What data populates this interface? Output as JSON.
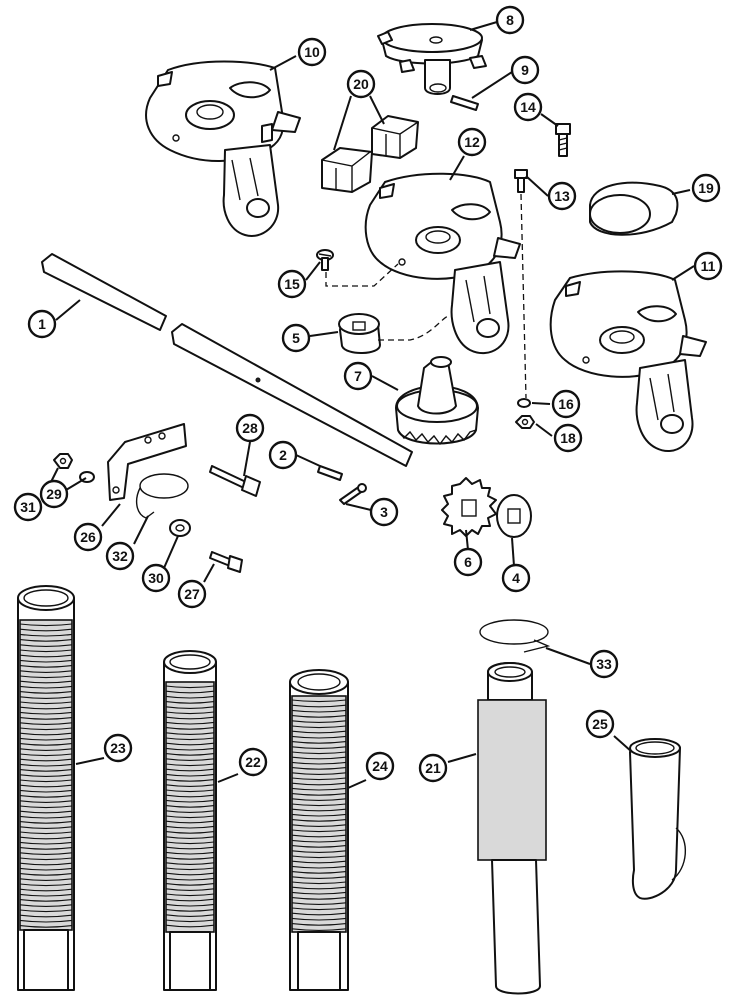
{
  "callouts": [
    {
      "label": "8"
    },
    {
      "label": "10"
    },
    {
      "label": "9"
    },
    {
      "label": "20"
    },
    {
      "label": "14"
    },
    {
      "label": "12"
    },
    {
      "label": "13"
    },
    {
      "label": "19"
    },
    {
      "label": "15"
    },
    {
      "label": "11"
    },
    {
      "label": "1"
    },
    {
      "label": "5"
    },
    {
      "label": "7"
    },
    {
      "label": "16"
    },
    {
      "label": "18"
    },
    {
      "label": "28"
    },
    {
      "label": "2"
    },
    {
      "label": "31"
    },
    {
      "label": "29"
    },
    {
      "label": "3"
    },
    {
      "label": "26"
    },
    {
      "label": "32"
    },
    {
      "label": "30"
    },
    {
      "label": "6"
    },
    {
      "label": "4"
    },
    {
      "label": "27"
    },
    {
      "label": "33"
    },
    {
      "label": "25"
    },
    {
      "label": "23"
    },
    {
      "label": "22"
    },
    {
      "label": "24"
    },
    {
      "label": "21"
    }
  ],
  "colors": {
    "line": "#111111",
    "background": "#ffffff"
  }
}
